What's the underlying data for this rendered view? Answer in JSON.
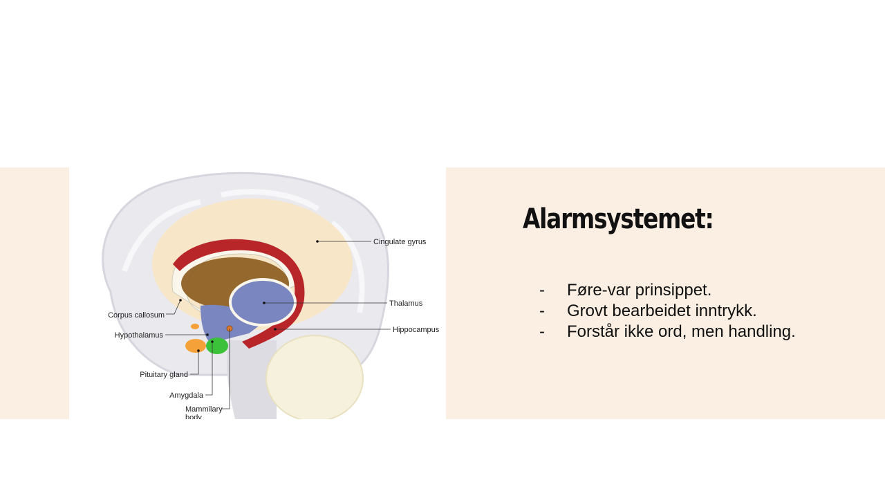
{
  "slide": {
    "title": "Alarmsystemet:",
    "bullet_marker": "-",
    "bullets": [
      "Føre-var prinsippet.",
      "Grovt bearbeidet inntrykk.",
      "Forstår ikke ord, men handling."
    ],
    "background_color": "#fbeee2"
  },
  "diagram": {
    "labels": {
      "cingulate": "Cingulate gyrus",
      "thalamus": "Thalamus",
      "hippocampus": "Hippocampus",
      "corpus": "Corpus callosum",
      "hypothalamus": "Hypothalamus",
      "pituitary": "Pituitary gland",
      "amygdala": "Amygdala",
      "mammilary_1": "Mammilary",
      "mammilary_2": "body"
    },
    "colors": {
      "cingulate": "#f8e6c8",
      "corpus": "#b8262a",
      "thalamus": "#7a86c0",
      "amygdala": "#3cc23a",
      "pituitary": "#f4a13a",
      "inner": "#8a5a1c"
    }
  }
}
